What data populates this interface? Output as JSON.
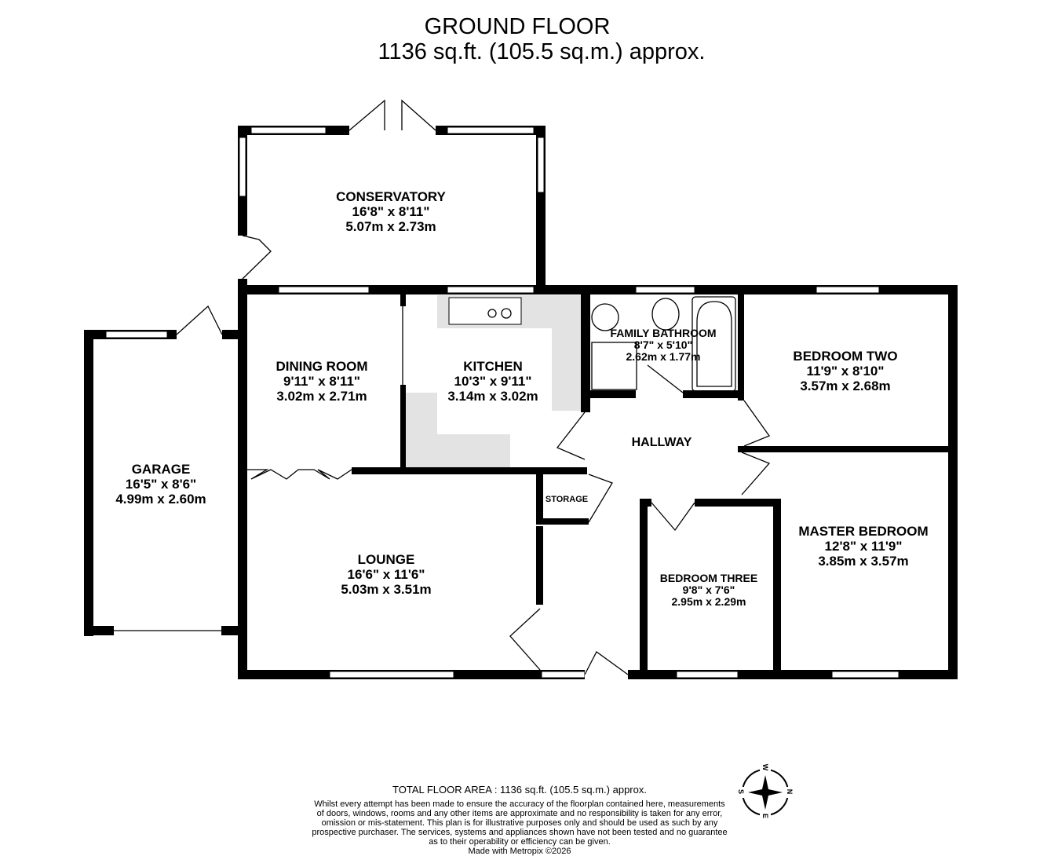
{
  "header": {
    "title": "GROUND FLOOR",
    "area": "1136 sq.ft. (105.5 sq.m.) approx."
  },
  "rooms": {
    "conservatory": {
      "name": "CONSERVATORY",
      "imperial": "16'8\"  x 8'11\"",
      "metric": "5.07m  x 2.73m"
    },
    "dining": {
      "name": "DINING ROOM",
      "imperial": "9'11\"  x 8'11\"",
      "metric": "3.02m  x 2.71m"
    },
    "kitchen": {
      "name": "KITCHEN",
      "imperial": "10'3\"  x 9'11\"",
      "metric": "3.14m  x 3.02m"
    },
    "bathroom": {
      "name": "FAMILY BATHROOM",
      "imperial": "8'7\"  x 5'10\"",
      "metric": "2.62m  x 1.77m"
    },
    "bedroom_two": {
      "name": "BEDROOM TWO",
      "imperial": "11'9\"  x 8'10\"",
      "metric": "3.57m  x 2.68m"
    },
    "garage": {
      "name": "GARAGE",
      "imperial": "16'5\"  x 8'6\"",
      "metric": "4.99m  x 2.60m"
    },
    "hallway": {
      "name": "HALLWAY"
    },
    "storage": {
      "name": "STORAGE"
    },
    "lounge": {
      "name": "LOUNGE",
      "imperial": "16'6\"  x 11'6\"",
      "metric": "5.03m  x 3.51m"
    },
    "master": {
      "name": "MASTER BEDROOM",
      "imperial": "12'8\"  x 11'9\"",
      "metric": "3.85m  x 3.57m"
    },
    "bedroom_three": {
      "name": "BEDROOM THREE",
      "imperial": "9'8\"  x 7'6\"",
      "metric": "2.95m  x 2.29m"
    }
  },
  "compass": {
    "n": "N",
    "e": "E",
    "s": "S",
    "w": "W"
  },
  "footer": {
    "total": "TOTAL FLOOR AREA : 1136 sq.ft. (105.5 sq.m.) approx.",
    "disclaimer": [
      "Whilst every attempt has been made to ensure the accuracy of the floorplan contained here, measurements",
      "of doors, windows, rooms and any other items are approximate and no responsibility is taken for any error,",
      "omission or mis-statement. This plan is for illustrative purposes only and should be used as such by any",
      "prospective purchaser. The services, systems and appliances shown have not been tested and no guarantee",
      "as to their operability or efficiency can be given."
    ],
    "made_with": "Made with Metropix ©2026"
  },
  "colors": {
    "walls": "#000000",
    "kitchen_floor": "#e3e3e3"
  }
}
